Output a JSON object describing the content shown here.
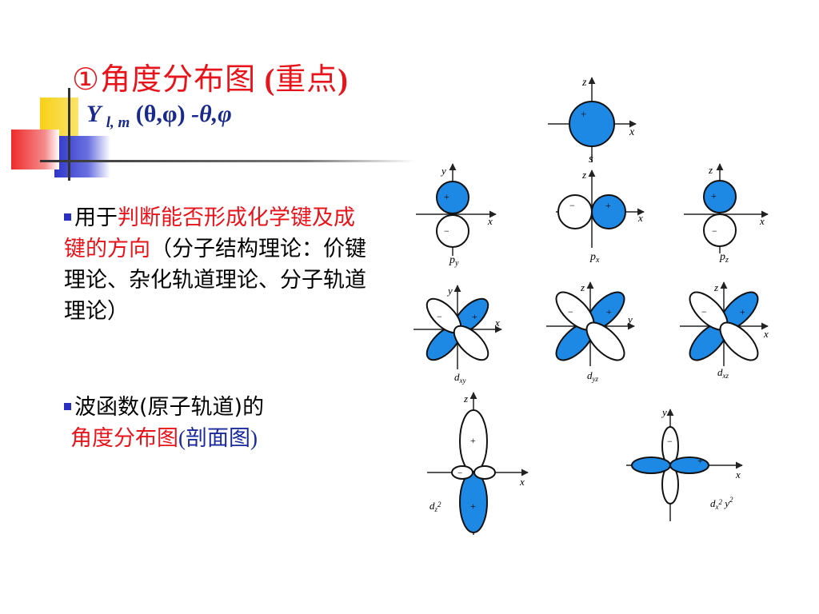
{
  "title": {
    "circled_number": "①",
    "main": "角度分布图",
    "paren_open": " (",
    "emphasis": "重点",
    "paren_close": ")",
    "formula_Y": "Y",
    "formula_sub": "l, m",
    "formula_args": " (θ,φ) ",
    "formula_tail": "-θ,φ"
  },
  "bullets": [
    {
      "prefix": "用于",
      "highlight": "判断能否形成化学键及成键的方向",
      "rest": "（分子结构理论：价键理论、杂化轨道理论、分子轨道理论）"
    },
    {
      "prefix": "波函数(原子轨道)的",
      "highlight": "角度分布图",
      "paren_open": "(",
      "blue": "剖面图",
      "paren_close": ")"
    }
  ],
  "orbitals": {
    "s": {
      "label": "s",
      "x": "x",
      "z": "z",
      "plus": "+"
    },
    "py": {
      "label": "p",
      "sub": "y",
      "axis_v": "y",
      "axis_h": "x",
      "plus": "+",
      "minus": "−"
    },
    "px": {
      "label": "p",
      "sub": "x",
      "axis_v": "z",
      "axis_h": "x",
      "plus": "+",
      "minus": "−"
    },
    "pz": {
      "label": "p",
      "sub": "z",
      "axis_v": "z",
      "axis_h": "x",
      "plus": "+",
      "minus": "−"
    },
    "dxy": {
      "label": "d",
      "sub": "xy",
      "axis_v": "y",
      "axis_h": "x",
      "plus": "+",
      "minus": "−"
    },
    "dyz": {
      "label": "d",
      "sub": "yz",
      "axis_v": "z",
      "axis_h": "y",
      "plus": "+",
      "minus": "−"
    },
    "dxz": {
      "label": "d",
      "sub": "xz",
      "axis_v": "z",
      "axis_h": "x",
      "plus": "+",
      "minus": "−"
    },
    "dz2": {
      "label": "d",
      "sub": "z",
      "sup": "2",
      "axis_v": "z",
      "axis_h": "x",
      "plus": "+",
      "minus": "−"
    },
    "dx2y2": {
      "label": "d",
      "sub": "x",
      "sup": "2",
      "tail": " y",
      "sup2": "2",
      "axis_v": "y",
      "axis_h": "x",
      "plus": "+",
      "minus": "−"
    }
  },
  "colors": {
    "lobe_fill": "#1e88e5",
    "title_red": "#e8141b",
    "deco_yellow": "#f7d117",
    "deco_blue": "#2f36c8",
    "deco_red": "#ee2b2b"
  }
}
